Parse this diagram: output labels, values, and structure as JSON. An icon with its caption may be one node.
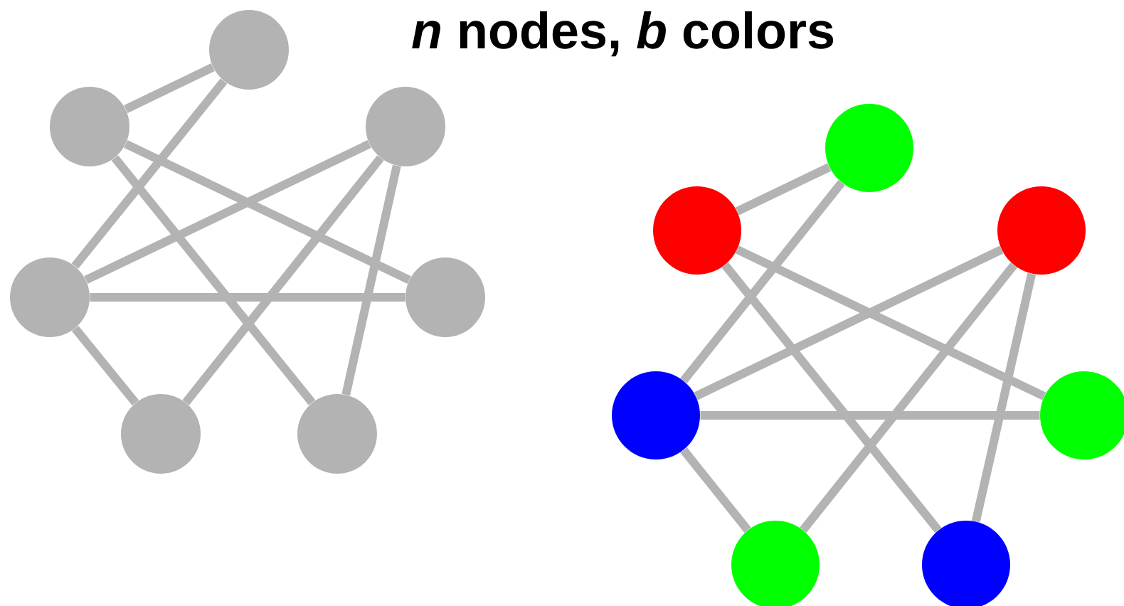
{
  "diagram": {
    "title": "*n* nodes, *b* colors",
    "nodes": [
      {
        "text": [],
        "shape": "circle"
      },
      {
        "text": [],
        "shape": "circle"
      },
      {
        "text": [],
        "shape": "circle"
      },
      {
        "text": [],
        "shape": "circle"
      },
      {
        "text": [],
        "shape": "circle"
      },
      {
        "text": [],
        "shape": "circle"
      },
      {
        "text": [],
        "shape": "circle"
      },
      {
        "text": [],
        "shape": "circle"
      },
      {
        "text": [],
        "shape": "circle"
      },
      {
        "text": [],
        "shape": "circle"
      },
      {
        "text": [],
        "shape": "circle"
      },
      {
        "text": [],
        "shape": "circle"
      },
      {
        "text": [],
        "shape": "circle"
      },
      {
        "text": [],
        "shape": "circle"
      }
    ],
    "edges": [
      {
        "from": 1,
        "to": 0,
        "arrow": "none"
      },
      {
        "from": 0,
        "to": 3,
        "arrow": "none"
      },
      {
        "from": 1,
        "to": 4,
        "arrow": "none"
      },
      {
        "from": 1,
        "to": 6,
        "arrow": "none"
      },
      {
        "from": 2,
        "to": 3,
        "arrow": "none"
      },
      {
        "from": 2,
        "to": 5,
        "arrow": "none"
      },
      {
        "from": 2,
        "to": 6,
        "arrow": "none"
      },
      {
        "from": 3,
        "to": 4,
        "arrow": "none"
      },
      {
        "from": 3,
        "to": 5,
        "arrow": "none"
      },
      {
        "from": 8,
        "to": 7,
        "arrow": "none"
      },
      {
        "from": 7,
        "to": 10,
        "arrow": "none"
      },
      {
        "from": 8,
        "to": 11,
        "arrow": "none"
      },
      {
        "from": 8,
        "to": 13,
        "arrow": "none"
      },
      {
        "from": 9,
        "to": 10,
        "arrow": "none"
      },
      {
        "from": 9,
        "to": 12,
        "arrow": "none"
      },
      {
        "from": 9,
        "to": 13,
        "arrow": "none"
      },
      {
        "from": 10,
        "to": 11,
        "arrow": "none"
      },
      {
        "from": 10,
        "to": 12,
        "arrow": "none"
      }
    ]
  }
}
